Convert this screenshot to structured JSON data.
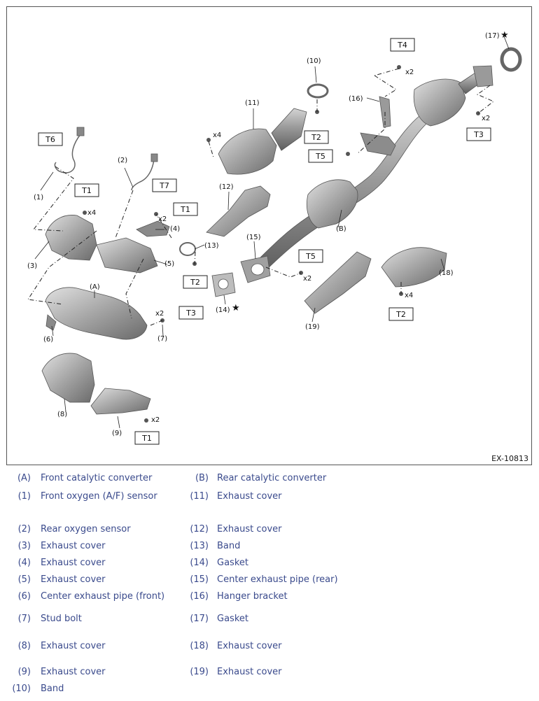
{
  "diagram": {
    "figure_id": "EX-10813",
    "callouts": {
      "A": "(A)",
      "B": "(B)",
      "p1": "(1)",
      "p2": "(2)",
      "p3": "(3)",
      "p4": "(4)",
      "p5": "(5)",
      "p6": "(6)",
      "p7": "(7)",
      "p8": "(8)",
      "p9": "(9)",
      "p10": "(10)",
      "p11": "(11)",
      "p12": "(12)",
      "p13": "(13)",
      "p14": "(14)",
      "p15": "(15)",
      "p16": "(16)",
      "p17": "(17)",
      "p18": "(18)",
      "p19": "(19)"
    },
    "star": "★",
    "torque_boxes": {
      "t6": "T6",
      "t1a": "T1",
      "t7": "T7",
      "t1b": "T1",
      "t2a": "T2",
      "t3a": "T3",
      "t1c": "T1",
      "t2b": "T2",
      "t5a": "T5",
      "t4": "T4",
      "t3b": "T3",
      "t5b": "T5",
      "t2c": "T2"
    },
    "multipliers": {
      "x4": "x4",
      "x2": "x2"
    }
  },
  "legend": [
    {
      "left_code": "(A)",
      "left_label": "Front catalytic converter",
      "right_code": "(B)",
      "right_label": "Rear catalytic converter"
    },
    {
      "left_code": "(1)",
      "left_label": "Front oxygen (A/F) sensor",
      "right_code": "(11)",
      "right_label": "Exhaust cover"
    },
    {
      "left_code": "(2)",
      "left_label": "Rear oxygen sensor",
      "right_code": "(12)",
      "right_label": "Exhaust cover"
    },
    {
      "left_code": "(3)",
      "left_label": "Exhaust cover",
      "right_code": "(13)",
      "right_label": "Band"
    },
    {
      "left_code": "(4)",
      "left_label": "Exhaust cover",
      "right_code": "(14)",
      "right_label": "Gasket"
    },
    {
      "left_code": "(5)",
      "left_label": "Exhaust cover",
      "right_code": "(15)",
      "right_label": "Center exhaust pipe (rear)"
    },
    {
      "left_code": "(6)",
      "left_label": "Center exhaust pipe (front)",
      "right_code": "(16)",
      "right_label": "Hanger bracket"
    },
    {
      "left_code": "(7)",
      "left_label": "Stud bolt",
      "right_code": "(17)",
      "right_label": "Gasket"
    },
    {
      "left_code": "(8)",
      "left_label": "Exhaust cover",
      "right_code": "(18)",
      "right_label": "Exhaust cover"
    },
    {
      "left_code": "(9)",
      "left_label": "Exhaust cover",
      "right_code": "(19)",
      "right_label": "Exhaust cover"
    },
    {
      "left_code": "(10)",
      "left_label": "Band",
      "right_code": "",
      "right_label": ""
    }
  ]
}
